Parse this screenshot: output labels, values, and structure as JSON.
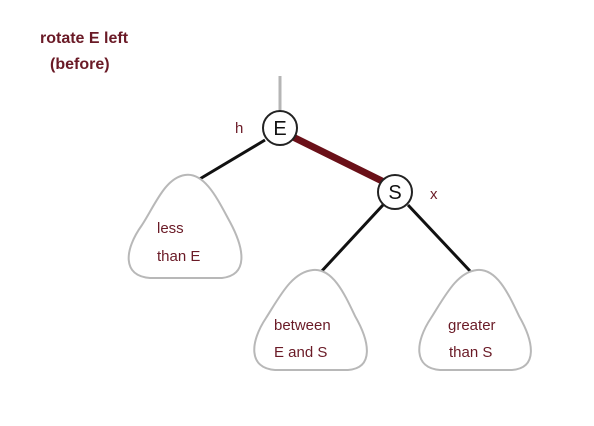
{
  "title": {
    "line1": "rotate E left",
    "line2": "(before)"
  },
  "colors": {
    "accent": "#6a1a26",
    "edge": "#111111",
    "highlight_edge": "#6a1018",
    "parent_link": "#b5b5b5",
    "subtree_stroke": "#b8b8b8"
  },
  "nodes": {
    "e": {
      "key": "E",
      "tag": "h"
    },
    "s": {
      "key": "S",
      "tag": "x"
    }
  },
  "subtrees": {
    "left": {
      "line1": "less",
      "line2": "than E"
    },
    "middle": {
      "line1": "between",
      "line2": "E and S"
    },
    "right": {
      "line1": "greater",
      "line2": "than S"
    }
  }
}
